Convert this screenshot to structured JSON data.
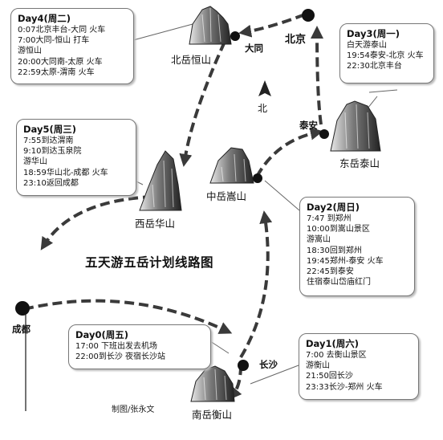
{
  "title": "五天游五岳计划线路图",
  "credit": "制图/张永文",
  "compass": "北",
  "cities": {
    "beijing": "北京",
    "datong": "大同",
    "taian": "泰安",
    "chengdu": "成都",
    "changsha": "长沙"
  },
  "mountains": {
    "hengshan_north": "北岳恒山",
    "taishan": "东岳泰山",
    "songshan": "中岳嵩山",
    "huashan": "西岳华山",
    "hengshan_south": "南岳衡山"
  },
  "days": {
    "day4": {
      "title": "Day4(周二)",
      "lines": [
        "0:07北京丰台-大同  火车",
        "7:00大同-恒山  打车",
        "游恒山",
        "20:00大同南-太原  火车",
        "22:59太原-渭南  火车"
      ]
    },
    "day3": {
      "title": "Day3(周一)",
      "lines": [
        "白天游泰山",
        "19:54泰安-北京  火车",
        "22:30北京丰台"
      ]
    },
    "day5": {
      "title": "Day5(周三)",
      "lines": [
        "7:55到达渭南",
        "9:10到达玉泉院",
        "游华山",
        "18:59华山北-成都  火车",
        "23:10返回成都"
      ]
    },
    "day2": {
      "title": "Day2(周日)",
      "lines": [
        "7:47  到郑州",
        "10:00到嵩山景区",
        "游嵩山",
        "18:30回到郑州",
        "19:45郑州-泰安  火车",
        "22:45到泰安",
        "住宿泰山岱庙红门"
      ]
    },
    "day0": {
      "title": "Day0(周五)",
      "lines": [
        "17:00  下班出发去机场",
        "22:00到长沙  夜宿长沙站"
      ]
    },
    "day1": {
      "title": "Day1(周六)",
      "lines": [
        "7:00  去衡山景区",
        "游衡山",
        "21:50回长沙",
        "23:33长沙-郑州  火车"
      ]
    }
  }
}
